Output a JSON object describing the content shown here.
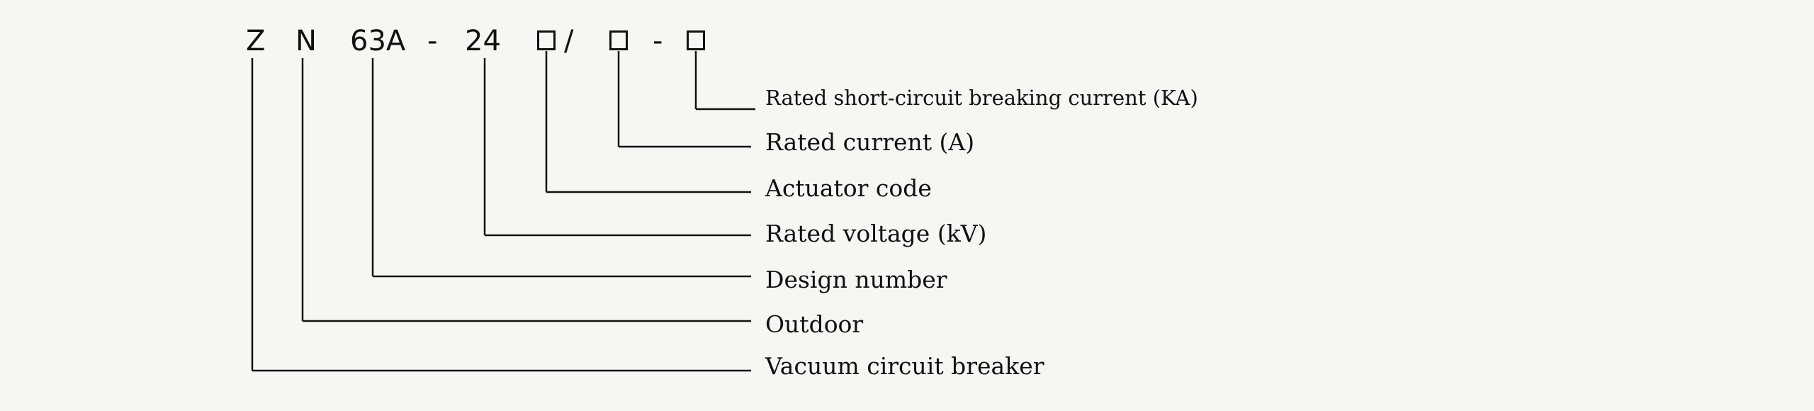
{
  "model_code": {
    "segments": [
      {
        "kind": "text",
        "text": "Z"
      },
      {
        "kind": "text",
        "text": "N"
      },
      {
        "kind": "text",
        "text": "63A"
      },
      {
        "kind": "text",
        "text": "-"
      },
      {
        "kind": "text",
        "text": "24"
      },
      {
        "kind": "box"
      },
      {
        "kind": "text",
        "text": "/"
      },
      {
        "kind": "box"
      },
      {
        "kind": "text",
        "text": "-"
      },
      {
        "kind": "box"
      }
    ]
  },
  "descriptions": [
    {
      "id": "short_circuit",
      "text": "Rated short-circuit breaking current (KA)"
    },
    {
      "id": "rated_current",
      "text": "Rated current (A)"
    },
    {
      "id": "actuator",
      "text": "Actuator code"
    },
    {
      "id": "voltage",
      "text": "Rated voltage (kV)"
    },
    {
      "id": "design",
      "text": "Design number"
    },
    {
      "id": "outdoor",
      "text": "Outdoor"
    },
    {
      "id": "vacuum",
      "text": "Vacuum circuit breaker"
    }
  ]
}
